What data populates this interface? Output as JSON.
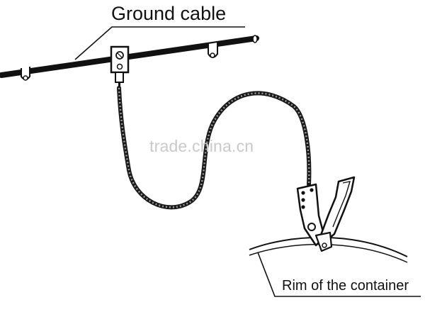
{
  "labels": {
    "ground_cable": "Ground cable",
    "rim": "Rim of the container"
  },
  "watermark": "trade.china.cn",
  "colors": {
    "ink": "#111111",
    "watermark": "#c9c9c9",
    "background": "#ffffff"
  }
}
